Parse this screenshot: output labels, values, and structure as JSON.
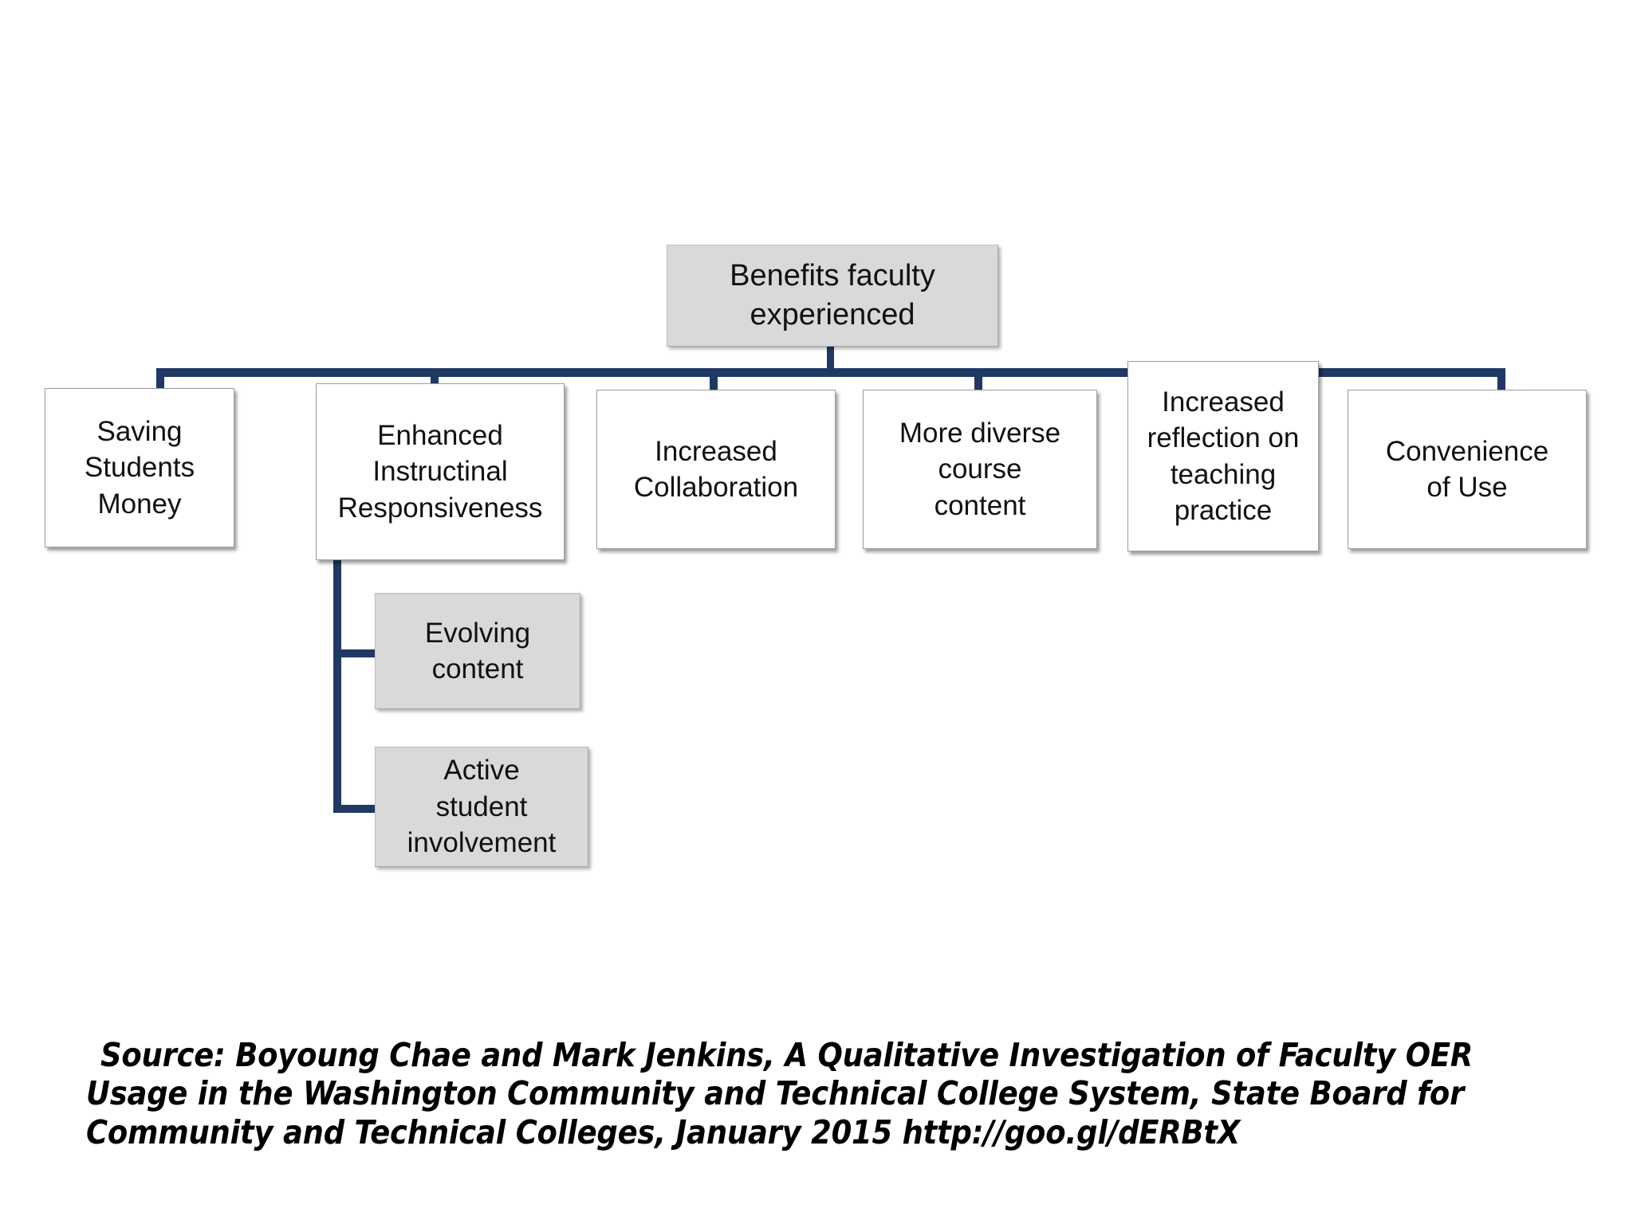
{
  "diagram": {
    "type": "org-chart",
    "title": "Benefits faculty experienced",
    "root": {
      "id": "root",
      "label": "Benefits faculty\nexperienced",
      "style": "grey"
    },
    "children": [
      {
        "id": "saving-students-money",
        "label": "Saving\nStudents\nMoney",
        "style": "white"
      },
      {
        "id": "enhanced-instructional-responsiveness",
        "label": "Enhanced\nInstructinal\nResponsiveness",
        "style": "white"
      },
      {
        "id": "increased-collaboration",
        "label": "Increased\nCollaboration",
        "style": "white"
      },
      {
        "id": "more-diverse-course-content",
        "label": "More diverse\ncourse\ncontent",
        "style": "white"
      },
      {
        "id": "increased-reflection",
        "label": "Increased\nreflection  on\nteaching\npractice",
        "style": "white"
      },
      {
        "id": "convenience-of-use",
        "label": "Convenience\nof Use",
        "style": "white"
      }
    ],
    "subchildren": [
      {
        "id": "evolving-content",
        "parent": "enhanced-instructional-responsiveness",
        "label": "Evolving\ncontent",
        "style": "grey"
      },
      {
        "id": "active-student-involvement",
        "parent": "enhanced-instructional-responsiveness",
        "label": "Active\nstudent\ninvolvement",
        "style": "grey"
      }
    ],
    "colors": {
      "connector": "#1F3864",
      "grey_fill": "#D9D9D9",
      "white_fill": "#FFFFFF",
      "box_border": "#9D9D9D",
      "text": "#111111"
    }
  },
  "source": {
    "text": "Source: Boyoung Chae and Mark Jenkins, A Qualitative Investigation of Faculty OER Usage in the Washington Community and Technical College System, State Board for Community and Technical Colleges, January 2015   http://goo.gl/dERBtX",
    "label_prefix": "Source:",
    "authors": "Boyoung Chae and Mark Jenkins",
    "work_title": "A Qualitative Investigation of Faculty OER Usage in the Washington Community and Technical College System",
    "publisher": "State Board for Community and Technical Colleges",
    "date": "January 2015",
    "url": "http://goo.gl/dERBtX"
  }
}
